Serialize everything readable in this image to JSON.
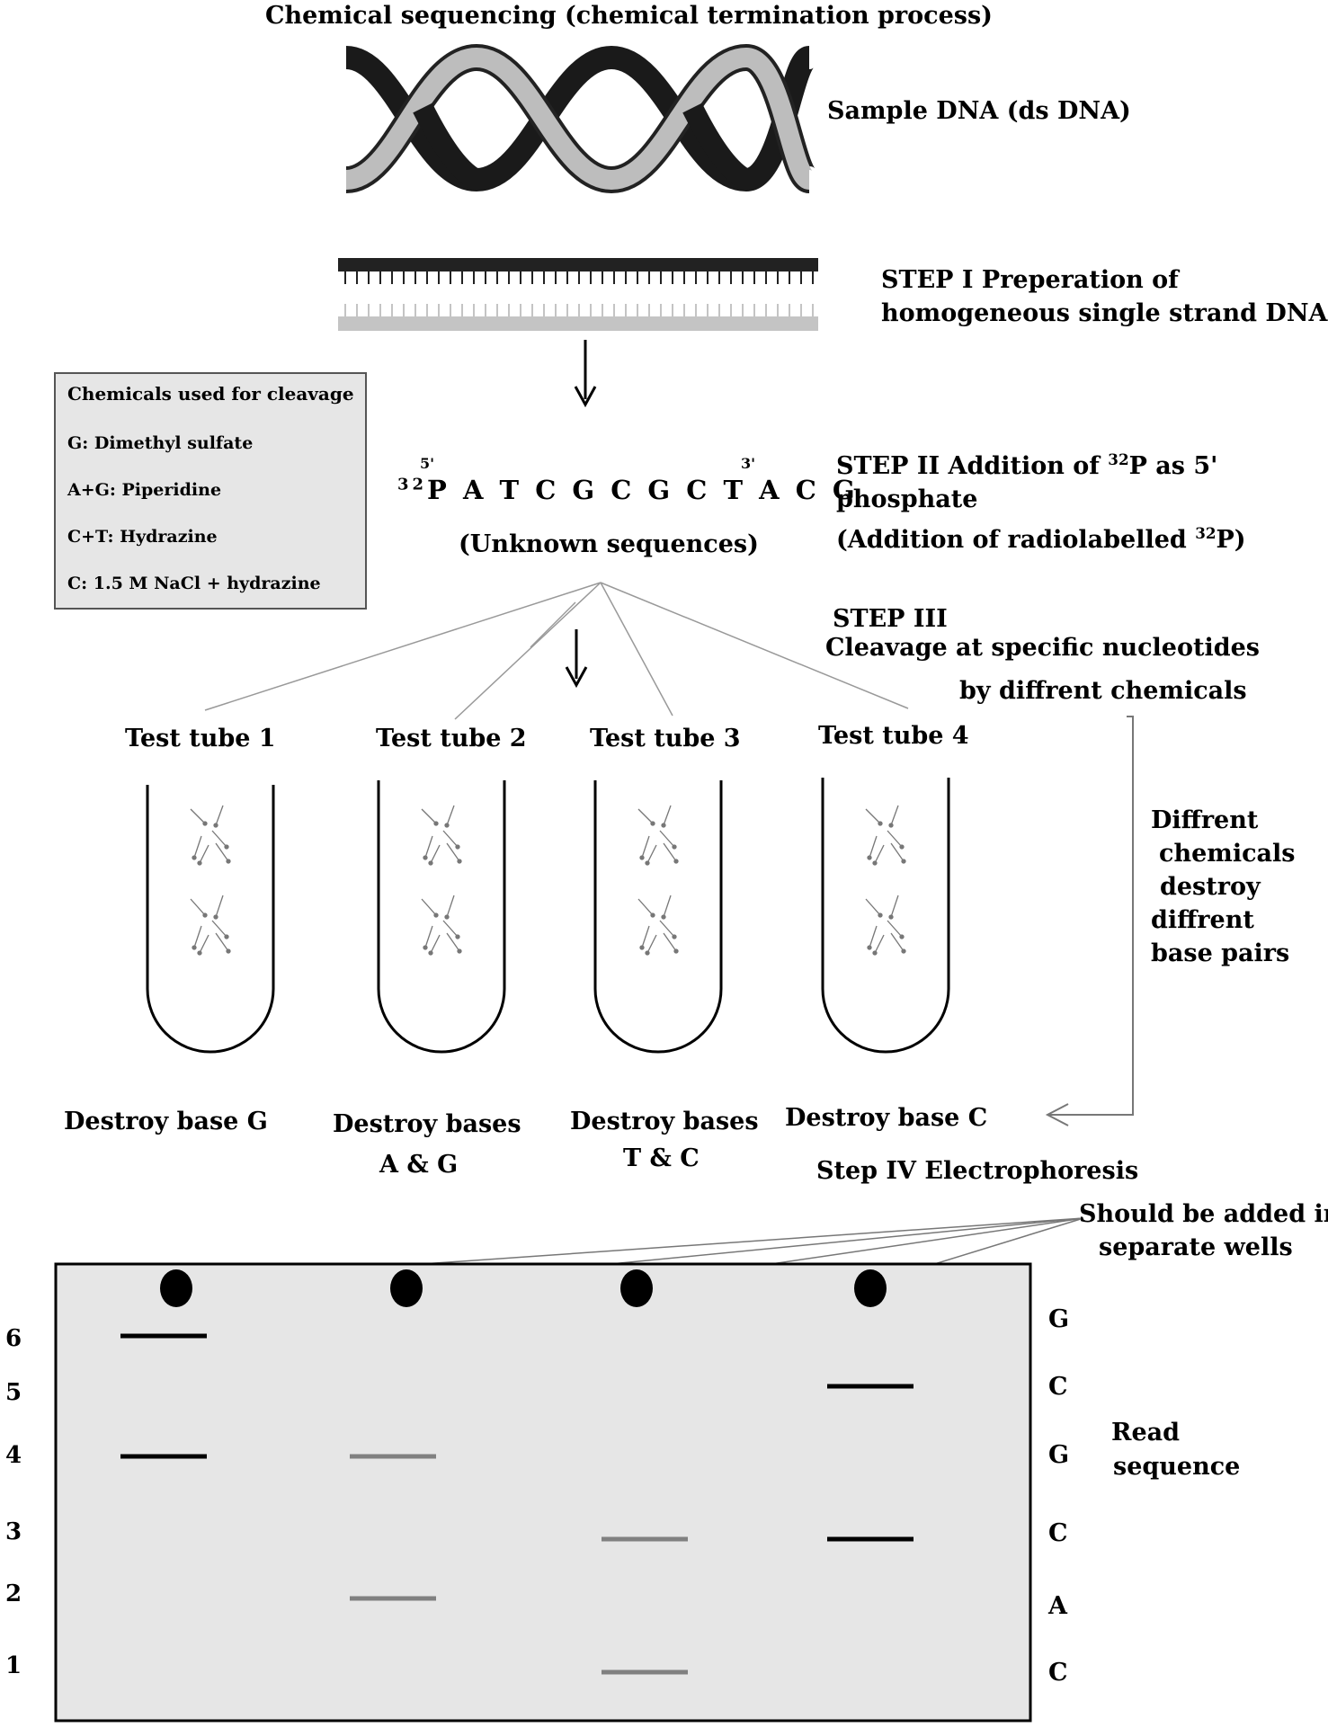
{
  "title": "Chemical sequencing  (chemical termination process)",
  "sample_label": "Sample DNA (ds DNA)",
  "step1": {
    "line1": "STEP I Preperation of",
    "line2": "homogeneous single strand DNA"
  },
  "chemicals_box": {
    "heading": "Chemicals used for cleavage",
    "items": [
      "G: Dimethyl sulfate",
      "A+G: Piperidine",
      "C+T: Hydrazine",
      "C: 1.5 M NaCl + hydrazine"
    ]
  },
  "sequence": {
    "five_prime": "5'",
    "three_prime": "3'",
    "label_sup": "32",
    "label_p": "P",
    "bases": "A T C G C G C T A C G",
    "caption": "(Unknown sequences)"
  },
  "step2": {
    "line1_a": "STEP II Addition of ",
    "line1_sup": "32",
    "line1_b": "P as 5'",
    "line2": "phosphate",
    "line3_a": "(Addition of radiolabelled  ",
    "line3_sup": "32",
    "line3_b": "P)"
  },
  "step3": {
    "line1": "STEP III",
    "line2": "Cleavage at specific nucleotides",
    "line3": "by diffrent chemicals"
  },
  "side_note": [
    "Diffrent",
    "chemicals",
    "destroy",
    "diffrent",
    "base pairs"
  ],
  "tubes": [
    {
      "label": "Test tube 1",
      "result": [
        "Destroy base G"
      ]
    },
    {
      "label": "Test tube 2",
      "result": [
        "Destroy bases",
        "A & G"
      ]
    },
    {
      "label": "Test tube 3",
      "result": [
        "Destroy bases",
        "T & C"
      ]
    },
    {
      "label": "Test tube 4",
      "result": [
        "Destroy  base C"
      ]
    }
  ],
  "step4": "Step IV Electrophoresis",
  "wells_note": {
    "line1": "Should be added in",
    "line2": "separate  wells"
  },
  "gel": {
    "band_numbers": [
      "6",
      "5",
      "4",
      "3",
      "2",
      "1"
    ],
    "read_bases": [
      "G",
      "C",
      "G",
      "C",
      "A",
      "C"
    ],
    "read_label": {
      "line1": "Read",
      "line2": "sequence"
    },
    "bands": [
      {
        "lane": 1,
        "position": 6,
        "tone": "dark"
      },
      {
        "lane": 1,
        "position": 4,
        "tone": "dark"
      },
      {
        "lane": 2,
        "position": 4,
        "tone": "gray"
      },
      {
        "lane": 2,
        "position": 2,
        "tone": "gray"
      },
      {
        "lane": 3,
        "position": 3,
        "tone": "gray"
      },
      {
        "lane": 3,
        "position": 1,
        "tone": "gray"
      },
      {
        "lane": 4,
        "position": 5,
        "tone": "dark"
      },
      {
        "lane": 4,
        "position": 3,
        "tone": "dark"
      }
    ]
  }
}
